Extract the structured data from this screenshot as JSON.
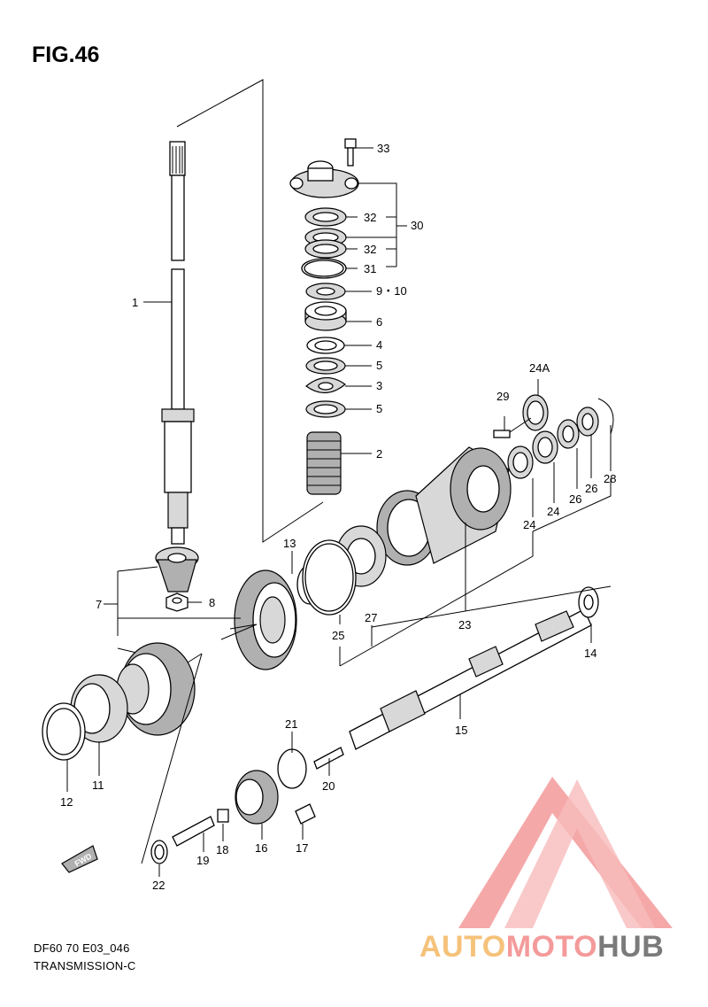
{
  "figure": {
    "title": "FIG.46"
  },
  "footer": {
    "line1": "DF60 70 E03_046",
    "line2": "TRANSMISSION-C"
  },
  "fwd_label": "FWD",
  "watermark": {
    "part1": "AUTO",
    "part2": "MOTO",
    "part3": "HUB"
  },
  "callouts": {
    "c1": "1",
    "c2": "2",
    "c3": "3",
    "c4": "4",
    "c5a": "5",
    "c5b": "5",
    "c6": "6",
    "c7": "7",
    "c8": "8",
    "c910": "9・10",
    "c11": "11",
    "c12": "12",
    "c13": "13",
    "c14": "14",
    "c15": "15",
    "c16": "16",
    "c17": "17",
    "c18": "18",
    "c19": "19",
    "c20": "20",
    "c21": "21",
    "c22": "22",
    "c23": "23",
    "c24a": "24",
    "c24b": "24",
    "c24A": "24A",
    "c25": "25",
    "c26a": "26",
    "c26b": "26",
    "c27": "27",
    "c28": "28",
    "c29": "29",
    "c30": "30",
    "c31": "31",
    "c32a": "32",
    "c32b": "32",
    "c33": "33"
  },
  "colors": {
    "watermark_red": "#f27b7b",
    "watermark_orange": "#f5c27a",
    "watermark_gray": "#7a7a7a"
  }
}
